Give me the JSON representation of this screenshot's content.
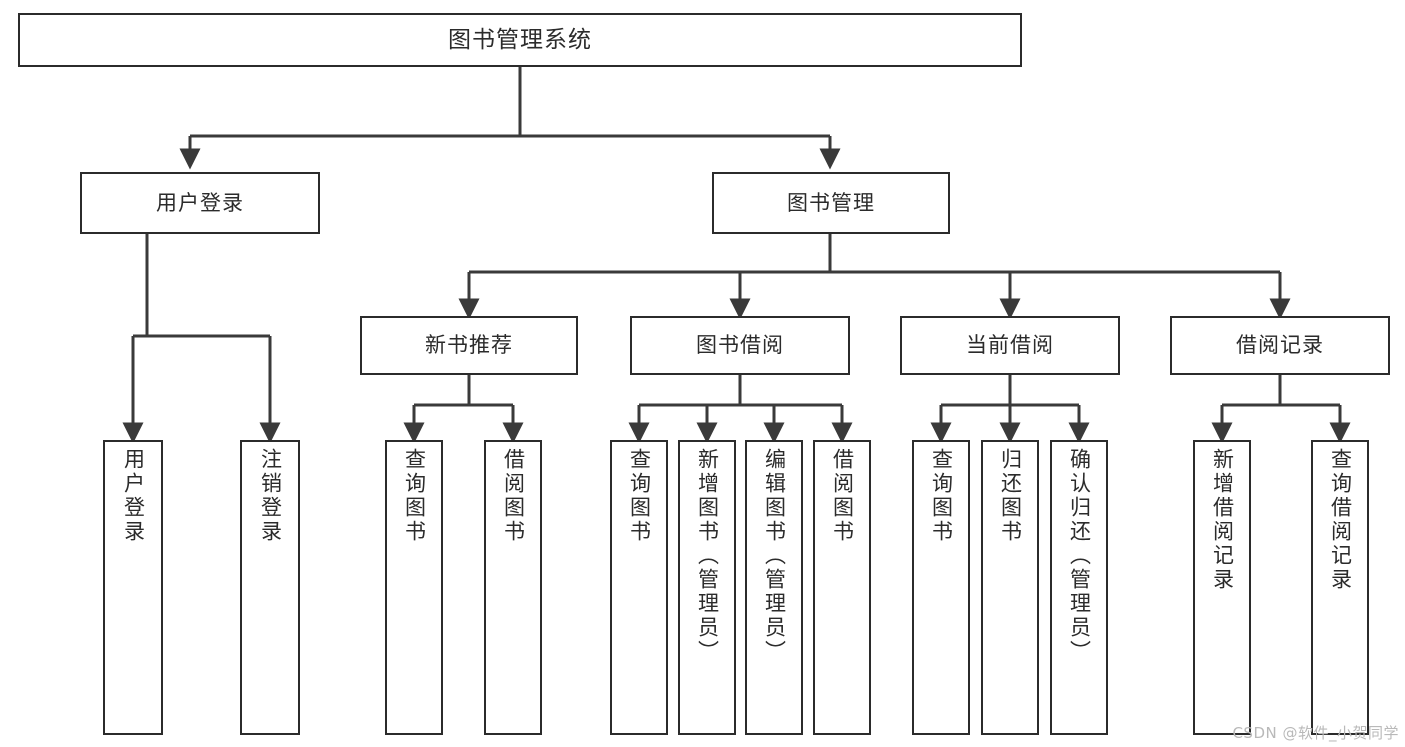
{
  "diagram": {
    "type": "tree",
    "title": "图书管理系统",
    "orientation": "top-down",
    "watermark": "CSDN @软件_小贺同学",
    "colors": {
      "box_border": "#2b2b2b",
      "box_fill": "#ffffff",
      "connector": "#3a3a3a",
      "text": "#2b2b2b",
      "watermark": "#b9b9b9",
      "background": "#ffffff"
    },
    "levels": [
      {
        "level": 0,
        "nodes": [
          {
            "id": "root",
            "label": "图书管理系统"
          }
        ]
      },
      {
        "level": 1,
        "nodes": [
          {
            "id": "login",
            "label": "用户登录",
            "parent": "root"
          },
          {
            "id": "bookmgmt",
            "label": "图书管理",
            "parent": "root"
          }
        ]
      },
      {
        "level": 2,
        "nodes": [
          {
            "id": "newbook",
            "label": "新书推荐",
            "parent": "bookmgmt"
          },
          {
            "id": "borrow",
            "label": "图书借阅",
            "parent": "bookmgmt"
          },
          {
            "id": "current",
            "label": "当前借阅",
            "parent": "bookmgmt"
          },
          {
            "id": "records",
            "label": "借阅记录",
            "parent": "bookmgmt"
          }
        ]
      },
      {
        "level": 3,
        "nodes": [
          {
            "id": "leaf-1",
            "label": "用户登录",
            "parent": "login"
          },
          {
            "id": "leaf-2",
            "label": "注销登录",
            "parent": "login"
          },
          {
            "id": "leaf-3",
            "label": "查询图书",
            "parent": "newbook"
          },
          {
            "id": "leaf-4",
            "label": "借阅图书",
            "parent": "newbook"
          },
          {
            "id": "leaf-5",
            "label": "查询图书",
            "parent": "borrow"
          },
          {
            "id": "leaf-6",
            "label": "新增图书（管理员）",
            "parent": "borrow"
          },
          {
            "id": "leaf-7",
            "label": "编辑图书（管理员）",
            "parent": "borrow"
          },
          {
            "id": "leaf-8",
            "label": "借阅图书",
            "parent": "borrow"
          },
          {
            "id": "leaf-9",
            "label": "查询图书",
            "parent": "current"
          },
          {
            "id": "leaf-10",
            "label": "归还图书",
            "parent": "current"
          },
          {
            "id": "leaf-11",
            "label": "确认归还（管理员）",
            "parent": "current"
          },
          {
            "id": "leaf-12",
            "label": "新增借阅记录",
            "parent": "records"
          },
          {
            "id": "leaf-13",
            "label": "查询借阅记录",
            "parent": "records"
          }
        ]
      }
    ]
  }
}
